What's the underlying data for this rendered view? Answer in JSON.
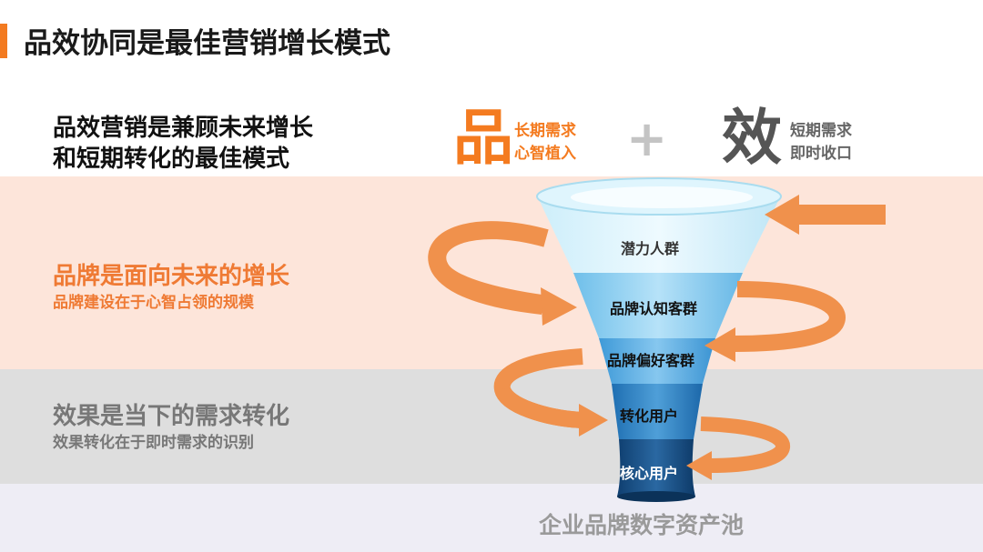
{
  "title": "品效协同是最佳营销增长模式",
  "intro": {
    "line1": "品效营销是兼顾未来增长",
    "line2": "和短期转化的最佳模式"
  },
  "pin": {
    "char": "品",
    "note1": "长期需求",
    "note2": "心智植入"
  },
  "plus": "+",
  "xiao": {
    "char": "效",
    "note1": "短期需求",
    "note2": "即时收口"
  },
  "brand": {
    "heading": "品牌是面向未来的增长",
    "sub": "品牌建设在于心智占领的规模"
  },
  "effect": {
    "heading": "效果是当下的需求转化",
    "sub": "效果转化在于即时需求的识别"
  },
  "funnel": {
    "stages": [
      "潜力人群",
      "品牌认知客群",
      "品牌偏好客群",
      "转化用户",
      "核心用户"
    ]
  },
  "pool": "企业品牌数字资产池",
  "colors": {
    "accent": "#f37b21",
    "arrow": "#f0914c",
    "brand_band": "#fde5da",
    "effect_band": "#dedede"
  }
}
